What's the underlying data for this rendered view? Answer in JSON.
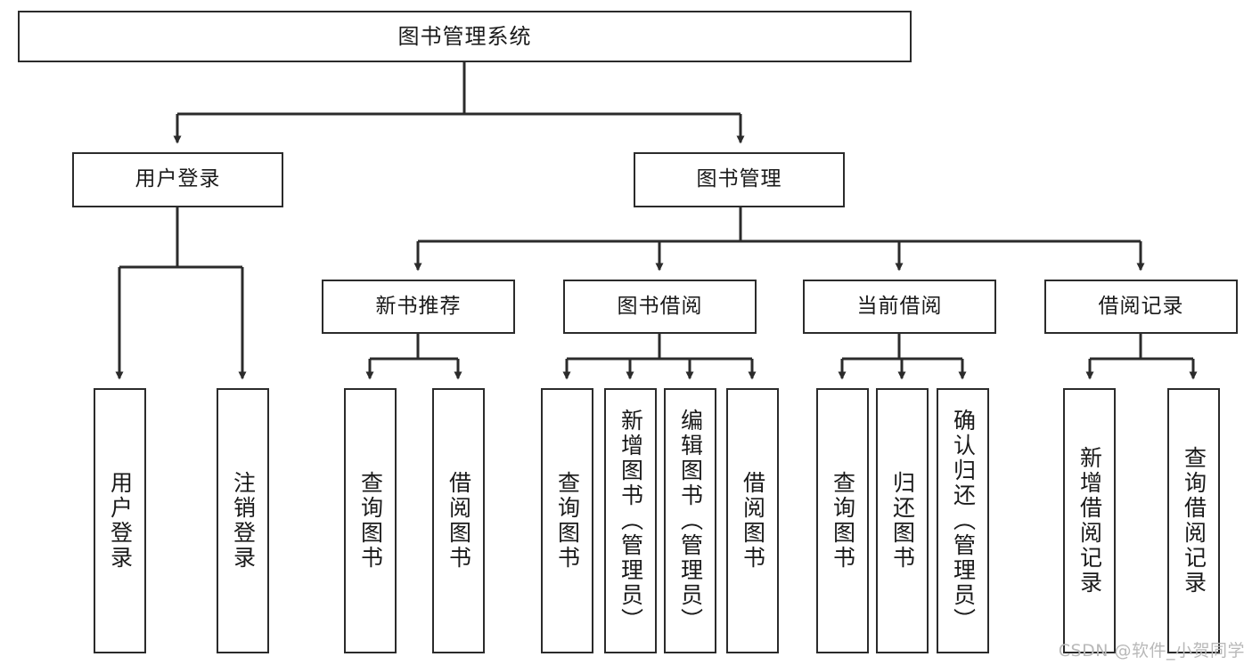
{
  "diagram": {
    "title": "图书管理系统",
    "watermark": "CSDN @软件_小贺同学",
    "line_color": "#2b2b2b",
    "box_fill": "#ffffff",
    "text_color": "#1a1a1a",
    "watermark_color": "#b9b9b9"
  },
  "nodes": {
    "root": {
      "label": "图书管理系统"
    },
    "level1": [
      {
        "label": "用户登录"
      },
      {
        "label": "图书管理"
      }
    ],
    "level2": [
      {
        "label": "新书推荐"
      },
      {
        "label": "图书借阅"
      },
      {
        "label": "当前借阅"
      },
      {
        "label": "借阅记录"
      }
    ],
    "leaves": {
      "user_login": [
        {
          "label": "用户登录"
        },
        {
          "label": "注销登录"
        }
      ],
      "new_book_recommend": [
        {
          "label": "查询图书"
        },
        {
          "label": "借阅图书"
        }
      ],
      "book_borrow": [
        {
          "label": "查询图书"
        },
        {
          "label": "新增图书（管理员）"
        },
        {
          "label": "编辑图书（管理员）"
        },
        {
          "label": "借阅图书"
        }
      ],
      "current_borrow": [
        {
          "label": "查询图书"
        },
        {
          "label": "归还图书"
        },
        {
          "label": "确认归还（管理员）"
        }
      ],
      "borrow_record": [
        {
          "label": "新增借阅记录"
        },
        {
          "label": "查询借阅记录"
        }
      ]
    }
  }
}
